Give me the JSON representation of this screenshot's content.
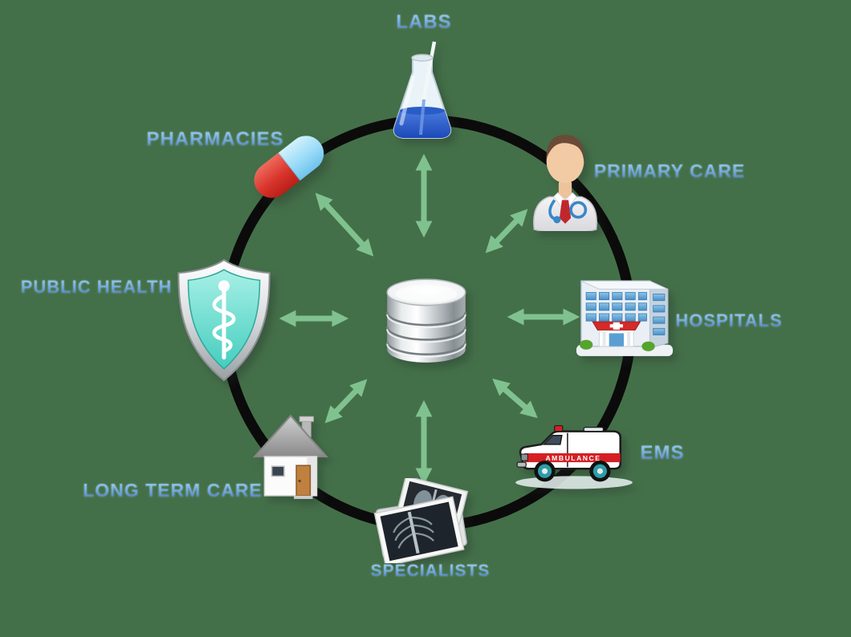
{
  "diagram": {
    "description_visible_text_only": true,
    "nodes": [
      {
        "id": "labs",
        "label": "LABS",
        "icon": "flask-icon",
        "position": "top"
      },
      {
        "id": "pharmacies",
        "label": "PHARMACIES",
        "icon": "pill-icon",
        "position": "top-left"
      },
      {
        "id": "primary-care",
        "label": "PRIMARY CARE",
        "icon": "doctor-icon",
        "position": "top-right"
      },
      {
        "id": "hospitals",
        "label": "HOSPITALS",
        "icon": "hospital-icon",
        "position": "right"
      },
      {
        "id": "ems",
        "label": "EMS",
        "icon": "ambulance-icon",
        "position": "bottom-right"
      },
      {
        "id": "specialists",
        "label": "SPECIALISTS",
        "icon": "xray-stack-icon",
        "position": "bottom"
      },
      {
        "id": "long-term-care",
        "label": "LONG TERM CARE",
        "icon": "house-icon",
        "position": "bottom-left"
      },
      {
        "id": "public-health",
        "label": "PUBLIC HEALTH",
        "icon": "shield-icon",
        "position": "left"
      }
    ],
    "center": {
      "icon": "database-icon"
    },
    "ambulance_text": "AMBULANCE",
    "colors": {
      "background": "#447049",
      "ring": "#0b0b0b",
      "arrow_green": "#80c28f",
      "label_blue_top": "#86c9ee",
      "label_blue_bottom": "#16488e",
      "pill_red": "#d8342c",
      "pill_blue": "#9bdcf8",
      "shield_teal": "#45cdbf",
      "liquid_blue": "#2a5cc8",
      "ambulance_stripe_red": "#d42024"
    }
  }
}
